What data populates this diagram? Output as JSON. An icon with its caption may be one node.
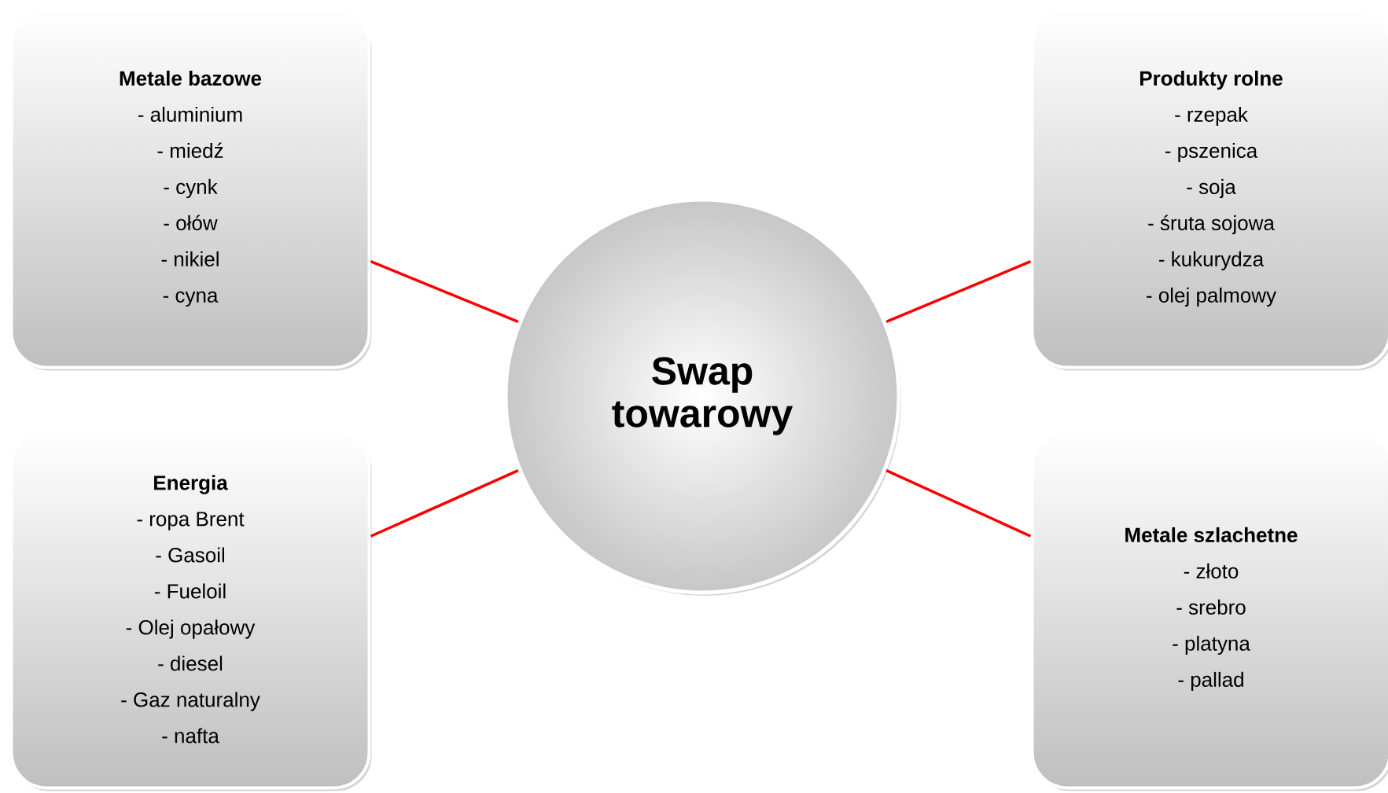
{
  "diagram": {
    "nodes": [
      {
        "text": [
          "Metale bazowe",
          "- aluminium",
          "- miedź",
          "- cynk",
          "- ołów",
          "- nikiel",
          "- cyna"
        ]
      },
      {
        "text": [
          "Produkty rolne",
          "- rzepak",
          "- pszenica",
          "- soja",
          "- śruta sojowa",
          "- kukurydza",
          "- olej palmowy"
        ]
      },
      {
        "text": [
          "Swap towarowy"
        ]
      },
      {
        "text": [
          "Energia",
          "- ropa Brent",
          "- Gasoil",
          "- Fueloil",
          "- Olej opałowy",
          "- diesel",
          "- Gaz naturalny",
          "- nafta"
        ]
      },
      {
        "text": [
          "Metale szlachetne",
          "- złoto",
          "- srebro",
          "- platyna",
          "- pallad"
        ]
      }
    ],
    "edges": [
      {
        "from": 2,
        "to": 0,
        "arrow": "none"
      },
      {
        "from": 2,
        "to": 1,
        "arrow": "none"
      },
      {
        "from": 2,
        "to": 3,
        "arrow": "none"
      },
      {
        "from": 2,
        "to": 4,
        "arrow": "none"
      }
    ]
  }
}
